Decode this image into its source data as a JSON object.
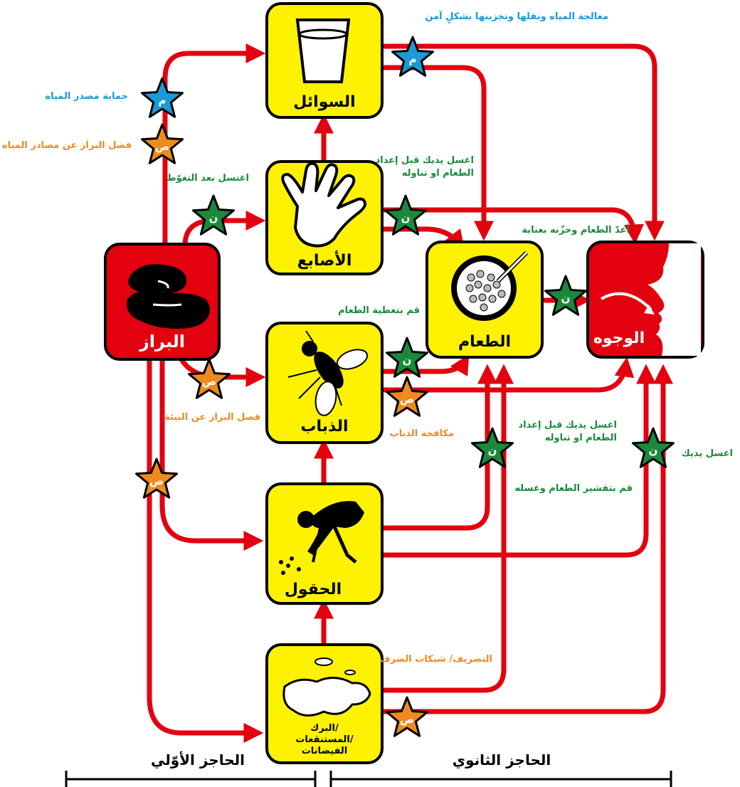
{
  "nodes": {
    "fluids": "السوائل",
    "fingers": "الأصابع",
    "feces": "البراز",
    "flies": "الذباب",
    "food": "الطعام",
    "face": "الوجوه",
    "fields": "الحقول",
    "floods_line1": "البرك/",
    "floods_line2": "المستنقعات/",
    "floods_line3": "الفيضانات"
  },
  "labels": {
    "water_treatment": "معالجة المياه ونقلها وتخزينها بشكلٍ آمن",
    "protect_source": "حماية مصدر المياه",
    "separate_water": "فصل البراز عن مصادر المياه",
    "wash_after_defecation": "اغتسل بعد التغوّط",
    "wash_hands_food_top_l1": "اغسل يديك قبل إعداد",
    "wash_hands_food_top_l2": "الطعام او تناوله",
    "cook_store": "أعدّ الطعام وخزّنه بعناية",
    "cover_food": "قم بتغطية الطعام",
    "separate_environment": "فصل البراز عن البيئة",
    "fly_control": "مكافحة الذباب",
    "wash_hands_food_mid_l1": "اغسل يديك قبل إعداد",
    "wash_hands_food_mid_l2": "الطعام او تناوله",
    "wash_hands": "اغسل يديك",
    "peel_wash": "قم بتقشير الطعام وغسله",
    "drainage": "التصريف/ شبكات الصرف"
  },
  "stars": {
    "blue_letter": "م",
    "orange_letter": "ص",
    "green_letter": "ن"
  },
  "barriers": {
    "primary": "الحاجز الأوّلي",
    "secondary": "الحاجز الثانوي"
  },
  "colors": {
    "edge": "#e3000f",
    "node_yellow": "#fff200",
    "node_red": "#e3000f",
    "star_blue": "#1a9ad6",
    "star_orange": "#ef8a1e",
    "star_green": "#1a8a3a"
  }
}
